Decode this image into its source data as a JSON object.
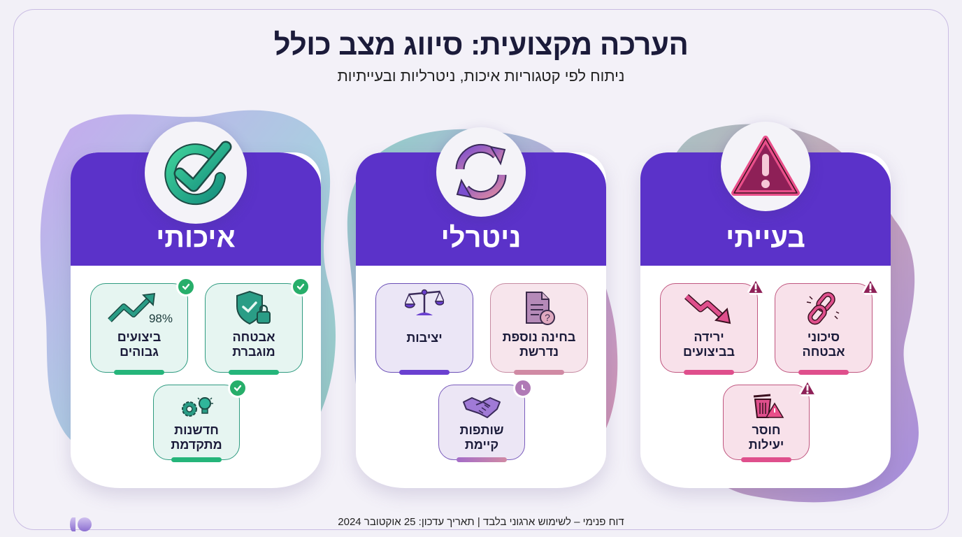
{
  "header": {
    "title": "הערכה מקצועית: סיווג מצב כולל",
    "subtitle": "ניתוח לפי קטגוריות איכות, ניטרליות ובעייתיות"
  },
  "cards": [
    {
      "id": "positive",
      "title": "איכותי",
      "icon": "check-circle-icon",
      "accent": "#27ae6a",
      "tiles": [
        {
          "label_line1": "אבטחה",
          "label_line2": "מוגברת",
          "icon": "shield-lock-icon",
          "badge": "check-badge-icon"
        },
        {
          "label_line1": "ביצועים",
          "label_line2": "גבוהים",
          "icon": "trend-up-icon",
          "value": "98%",
          "badge": "check-badge-icon"
        },
        {
          "label_line1": "חדשנות",
          "label_line2": "מתקדמת",
          "icon": "gear-bulb-icon",
          "badge": "check-badge-icon"
        }
      ]
    },
    {
      "id": "neutral",
      "title": "ניטרלי",
      "icon": "refresh-cycle-icon",
      "accent": "#6a40d0",
      "tiles": [
        {
          "label_line1": "בחינה נוספת",
          "label_line2": "נדרשת",
          "icon": "document-question-icon"
        },
        {
          "label_line1": "יציבות",
          "label_line2": "",
          "icon": "scales-icon"
        },
        {
          "label_line1": "שותפות",
          "label_line2": "קיימת",
          "icon": "handshake-icon",
          "badge": "clock-badge-icon"
        }
      ]
    },
    {
      "id": "negative",
      "title": "בעייתי",
      "icon": "warning-triangle-icon",
      "accent": "#df4f8c",
      "tiles": [
        {
          "label_line1": "סיכוני",
          "label_line2": "אבטחה",
          "icon": "broken-chain-icon",
          "badge": "warning-badge-icon"
        },
        {
          "label_line1": "ירידה",
          "label_line2": "בביצועים",
          "icon": "trend-down-icon",
          "badge": "warning-badge-icon"
        },
        {
          "label_line1": "חוסר",
          "label_line2": "יעילות",
          "icon": "trash-warning-icon",
          "badge": "warning-badge-icon"
        }
      ]
    }
  ],
  "footer": {
    "text": "דוח פנימי – לשימוש ארגוני בלבד | תאריך עדכון: 25 אוקטובר 2024"
  },
  "colors": {
    "header_purple": "#5b32c9",
    "positive_green": "#27ae6a",
    "neutral_purple": "#6a40d0",
    "negative_pink": "#df4f8c",
    "title_dark": "#1b1b3a",
    "background": "#f3f1f8"
  }
}
